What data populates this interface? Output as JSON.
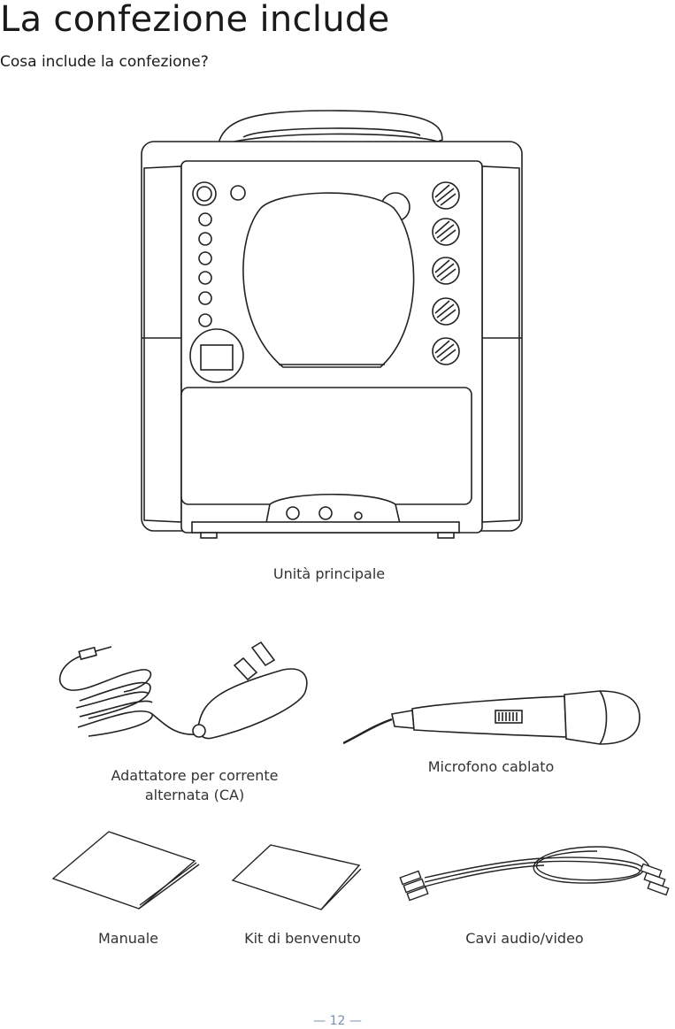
{
  "page": {
    "title": "La confezione include",
    "subtitle": "Cosa include la confezione?",
    "page_number": "— 12 —"
  },
  "items": {
    "main_unit": "Unità principale",
    "adapter_line1": "Adattatore per corrente",
    "adapter_line2": "alternata (CA)",
    "microphone": "Microfono cablato",
    "manual": "Manuale",
    "welcome_kit": "Kit di benvenuto",
    "av_cables": "Cavi audio/video"
  }
}
